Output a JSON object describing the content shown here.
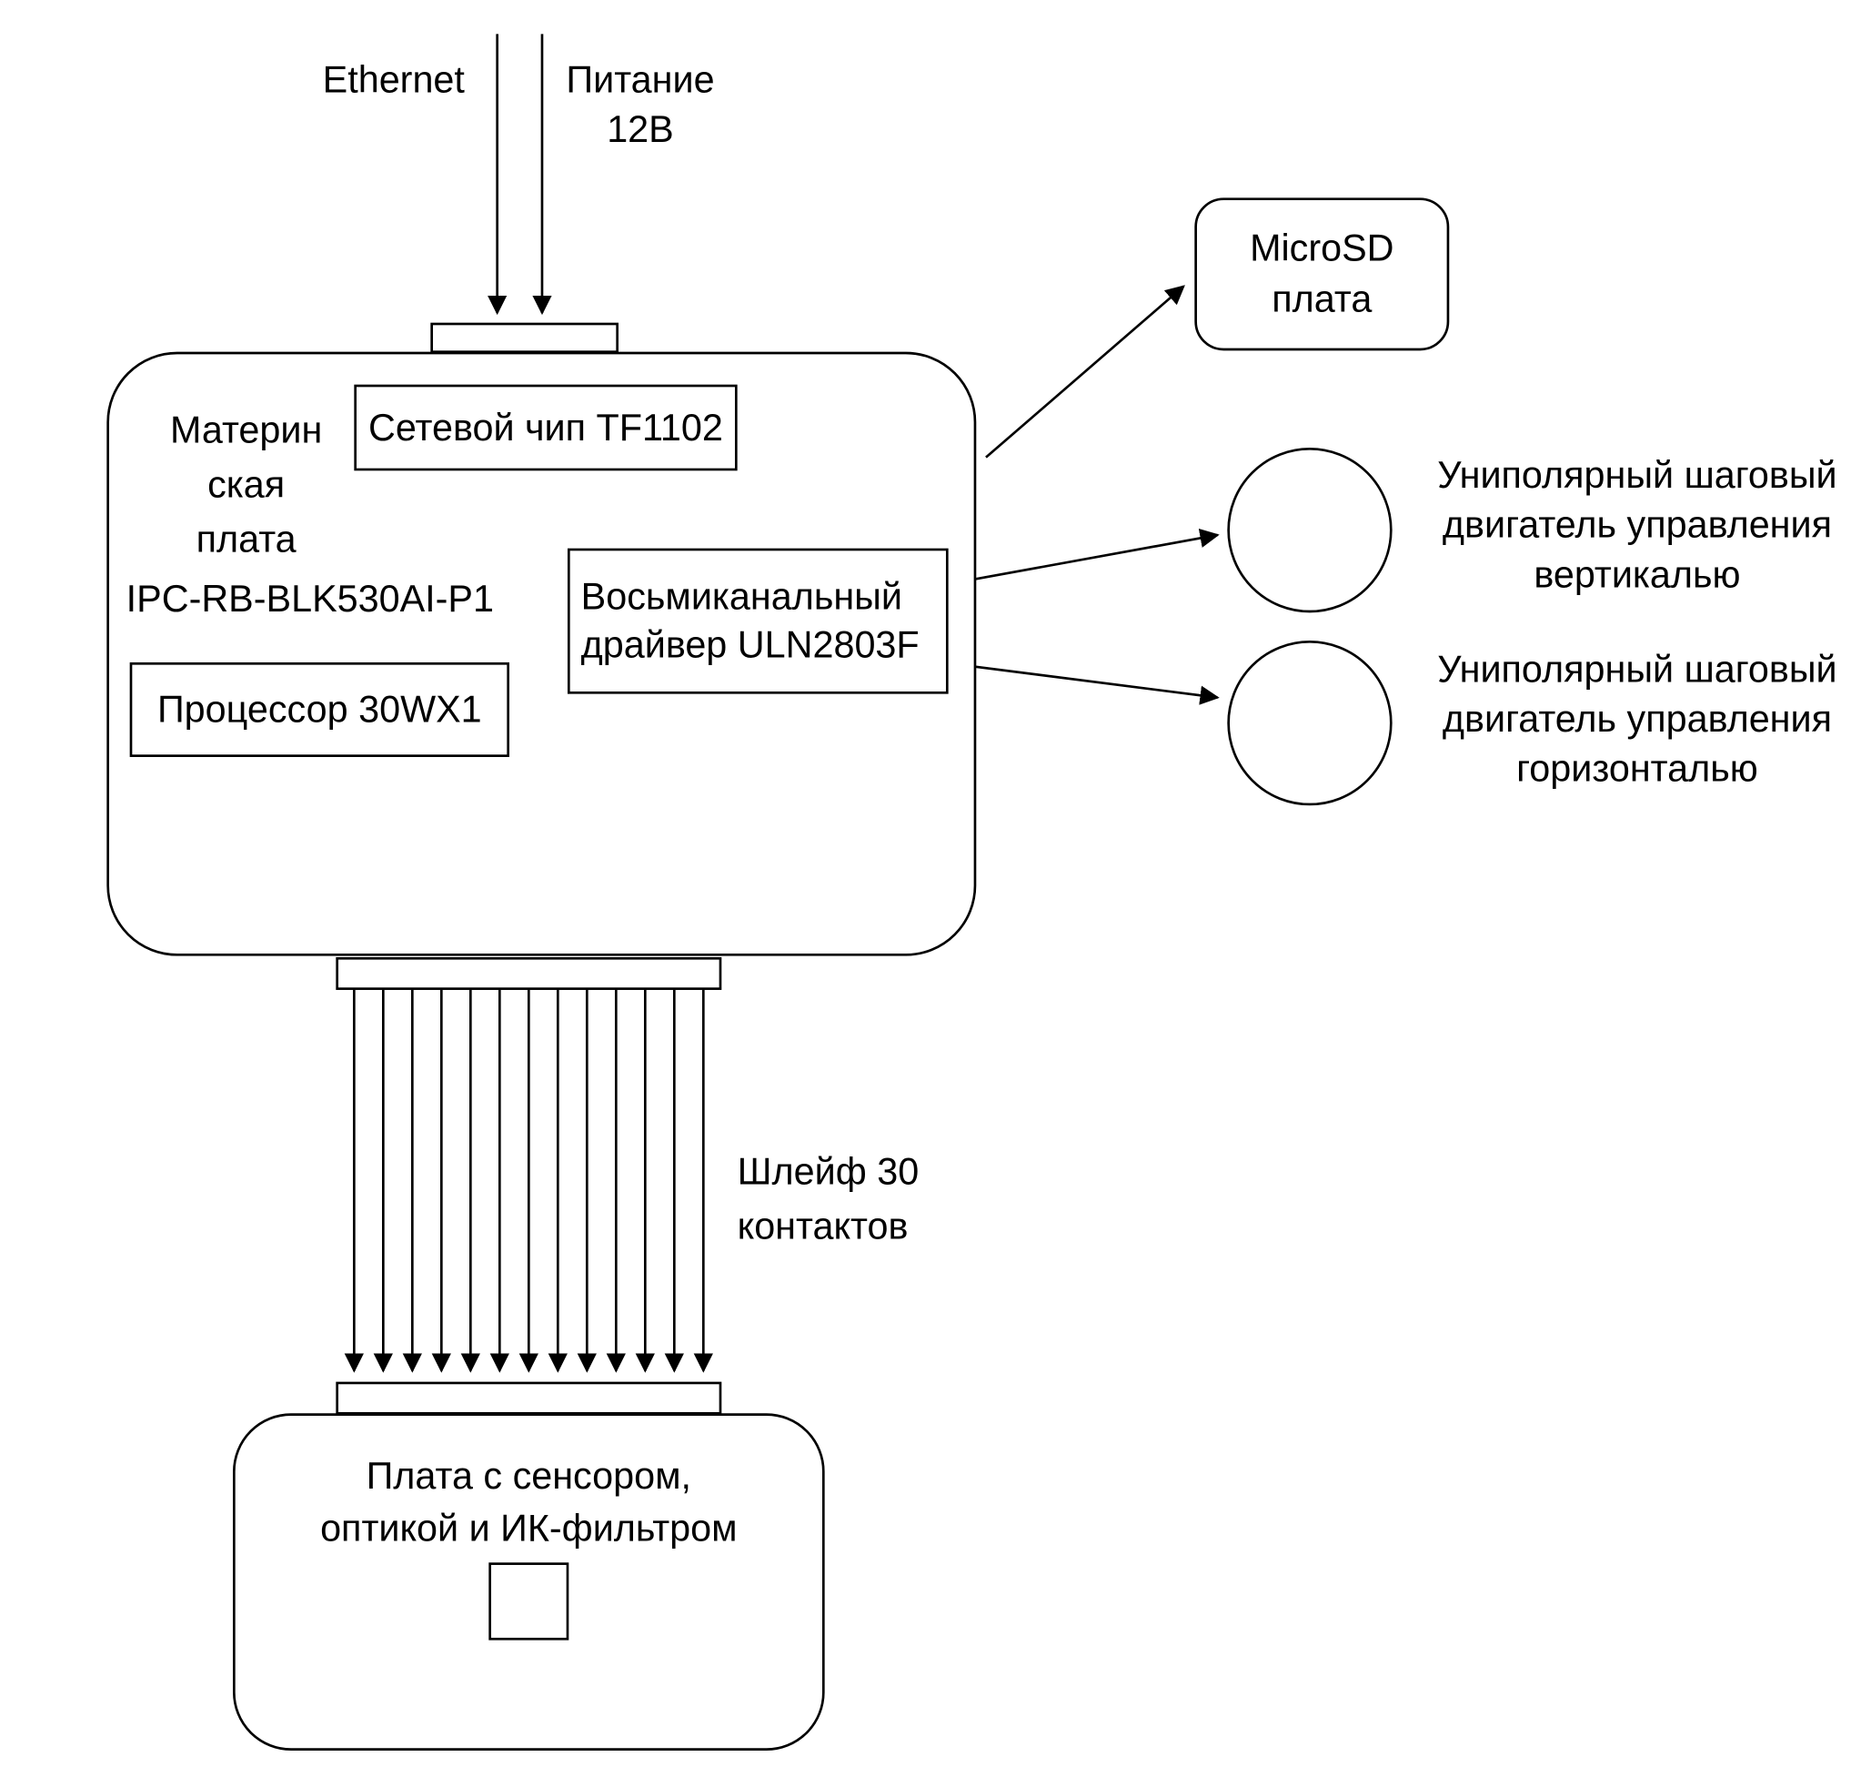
{
  "diagram": {
    "inputs": {
      "ethernet_label": "Ethernet",
      "power_label": "Питание\n12В"
    },
    "motherboard": {
      "title": "Материн\nская\nплата",
      "model": "IPC-RB-BLK530AI-P1",
      "network_chip": "Сетевой чип TF1102",
      "processor": "Процессор 30WX1",
      "driver": "Восьмиканальный\nдрайвер ULN2803F"
    },
    "microsd": {
      "label": "MicroSD\nплата"
    },
    "motors": {
      "vertical_label": "Униполярный шаговый\nдвигатель управления\nвертикалью",
      "horizontal_label": "Униполярный шаговый\nдвигатель управления\nгоризонталью"
    },
    "ribbon": {
      "label": "Шлейф 30\nконтактов"
    },
    "sensor_board": {
      "label": "Плата с сенсором,\nоптикой и ИК-фильтром"
    },
    "colors": {
      "stroke": "#000000",
      "background": "#ffffff"
    }
  }
}
